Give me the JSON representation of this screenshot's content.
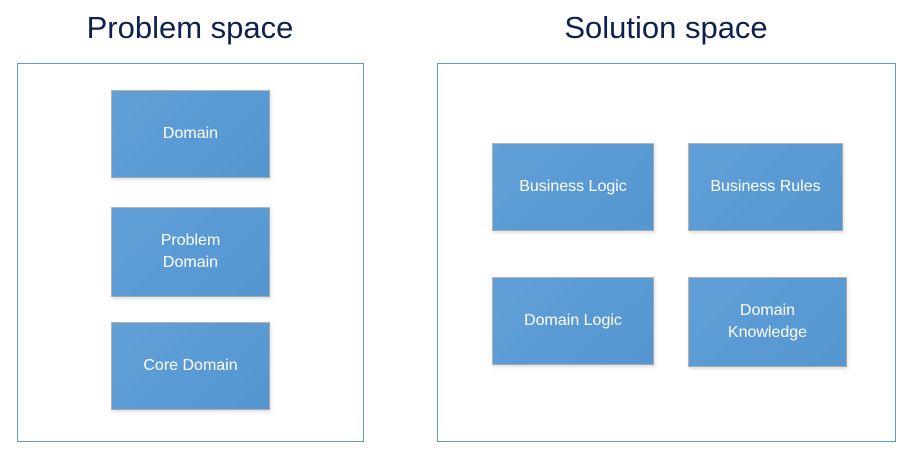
{
  "diagram": {
    "title_problem": "Problem space",
    "title_solution": "Solution space",
    "accent_blue": "#5B9BD5",
    "title_color": "#0D2050",
    "box_text_color": "#FFFFFF",
    "background": "#FFFFFF"
  },
  "problem_space": {
    "title": "Problem space",
    "boxes": [
      {
        "label": "Domain"
      },
      {
        "label": "Problem\nDomain"
      },
      {
        "label": "Core Domain"
      }
    ]
  },
  "solution_space": {
    "title": "Solution space",
    "boxes": [
      {
        "label": "Business Logic"
      },
      {
        "label": "Business Rules"
      },
      {
        "label": "Domain Logic"
      },
      {
        "label": "Domain\nKnowledge"
      }
    ]
  }
}
